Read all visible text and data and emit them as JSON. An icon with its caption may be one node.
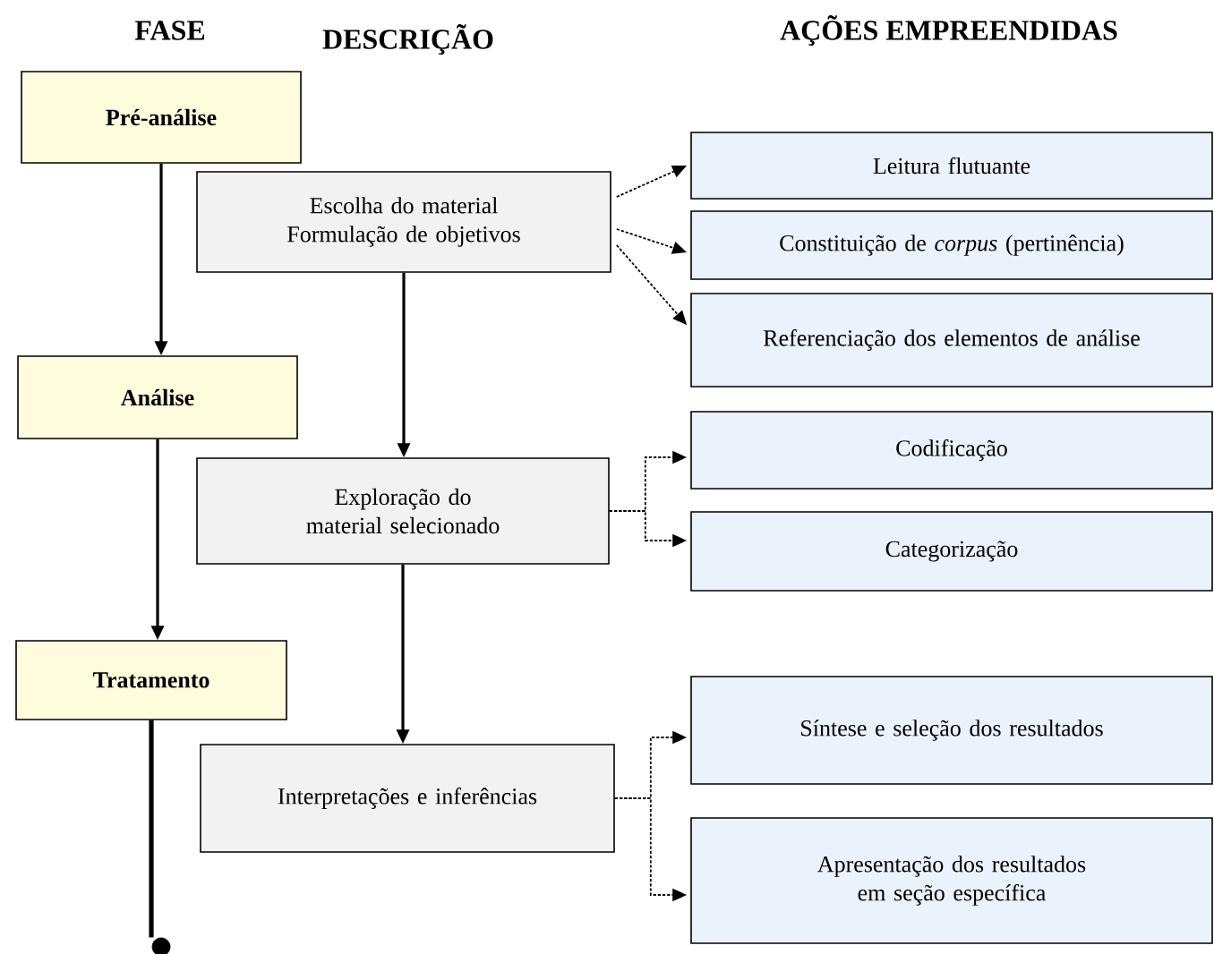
{
  "diagram": {
    "nodes": [
      {
        "text": [
          "Pré-análise"
        ]
      },
      {
        "text": [
          "Análise"
        ]
      },
      {
        "text": [
          "Tratamento"
        ]
      },
      {
        "text": [
          "Escolha do material",
          "Formulação de objetivos"
        ]
      },
      {
        "text": [
          "Exploração do material selecionado"
        ]
      },
      {
        "text": [
          "Interpretações e inferências"
        ]
      },
      {
        "text": [
          "Leitura flutuante"
        ]
      },
      {
        "text": [
          "Constituição de *corpus* (pertinência)"
        ]
      },
      {
        "text": [
          "Referenciação dos elementos de análise"
        ]
      },
      {
        "text": [
          "Codificação"
        ]
      },
      {
        "text": [
          "Categorização"
        ]
      },
      {
        "text": [
          "Síntese e seleção dos resultados"
        ]
      },
      {
        "text": [
          "Apresentação dos resultados em seção específica"
        ]
      },
      {
        "text": [],
        "shape": "circle"
      }
    ],
    "edges": [
      {
        "from": 0,
        "to": 1,
        "arrow": "to"
      },
      {
        "from": 1,
        "to": 2,
        "arrow": "to"
      },
      {
        "from": 2,
        "to": 13,
        "arrow": "none",
        "style": "thick"
      },
      {
        "from": 3,
        "to": 4,
        "arrow": "to"
      },
      {
        "from": 4,
        "to": 5,
        "arrow": "to"
      },
      {
        "from": 3,
        "to": 6,
        "arrow": "to",
        "style": "dashed"
      },
      {
        "from": 3,
        "to": 7,
        "arrow": "to",
        "style": "dashed"
      },
      {
        "from": 3,
        "to": 8,
        "arrow": "to",
        "style": "dashed"
      },
      {
        "from": 4,
        "to": 9,
        "arrow": "to",
        "style": "dashed"
      },
      {
        "from": 4,
        "to": 10,
        "arrow": "to",
        "style": "dashed"
      },
      {
        "from": 5,
        "to": 11,
        "arrow": "to",
        "style": "dashed"
      },
      {
        "from": 5,
        "to": 12,
        "arrow": "to",
        "style": "dashed"
      }
    ],
    "labels": [
      "FASE",
      "DESCRIÇÃO",
      "AÇÕES EMPREENDIDAS"
    ]
  }
}
